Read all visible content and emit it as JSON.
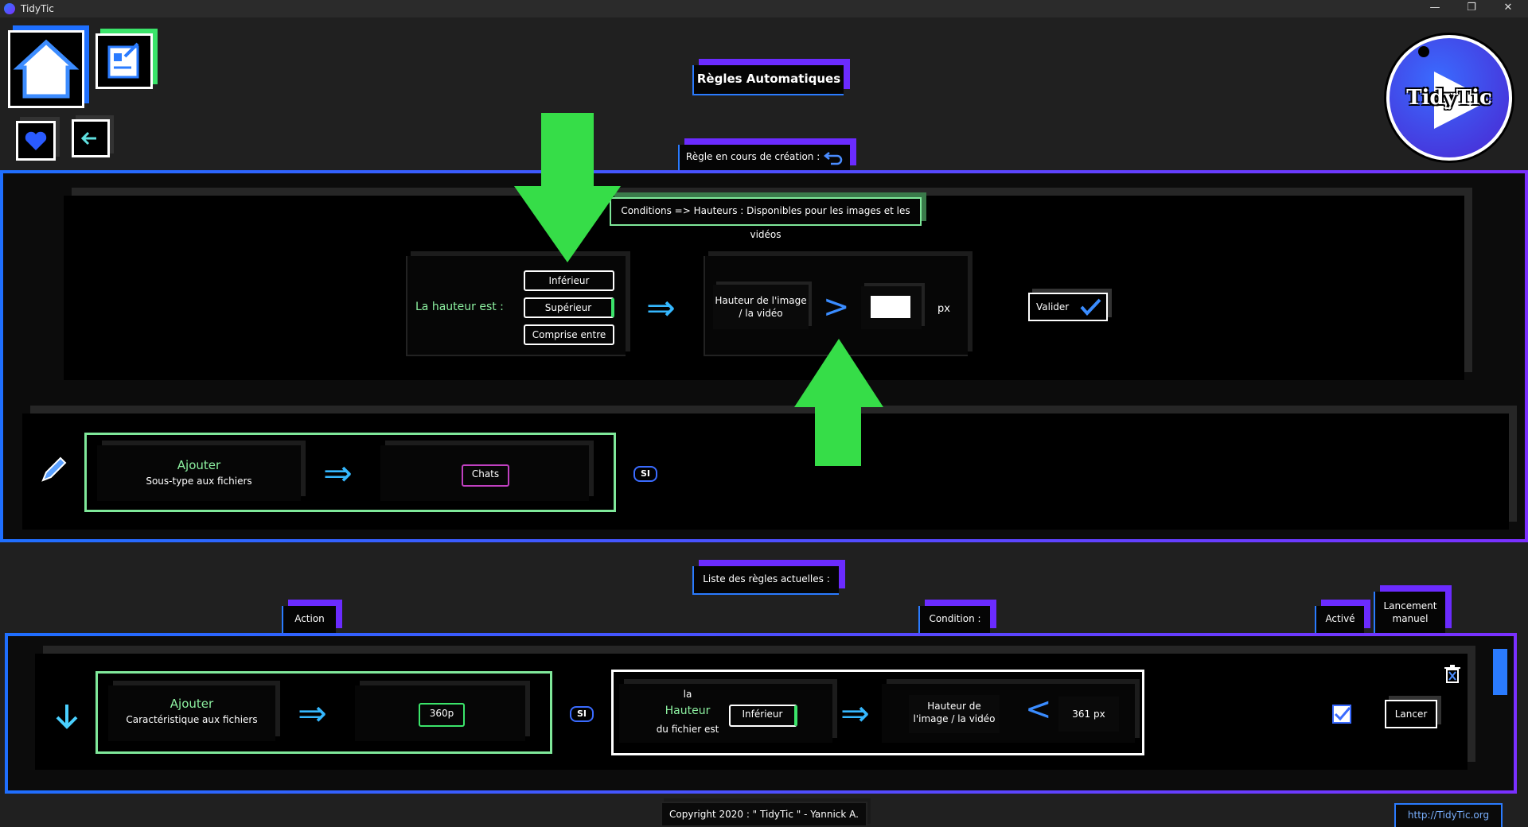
{
  "window": {
    "title": "TidyTic",
    "btn_min": "—",
    "btn_max": "❐",
    "btn_close": "✕"
  },
  "header": {
    "title": "Règles Automatiques",
    "logo_text": "TidyTic"
  },
  "creation": {
    "tab": "Règle en cours de création :",
    "conditions_label": "Conditions => Hauteurs : Disponibles pour les images et les vidéos",
    "height_label": "La hauteur est :",
    "options": [
      "Inférieur",
      "Supérieur",
      "Comprise entre"
    ],
    "target_label": "Hauteur de l'image / la vidéo",
    "comparator": ">",
    "value": "",
    "unit": "px",
    "validate": "Valider",
    "action_title": "Ajouter",
    "action_sub": "Sous-type aux fichiers",
    "tag": "Chats",
    "si": "SI"
  },
  "list": {
    "tab": "Liste des règles actuelles :",
    "col_action": "Action",
    "col_condition": "Condition :",
    "col_active": "Activé",
    "col_manual": "Lancement manuel",
    "row": {
      "action_title": "Ajouter",
      "action_sub": "Caractéristique aux fichiers",
      "tag": "360p",
      "si": "SI",
      "cond_la": "la",
      "cond_hauteur": "Hauteur",
      "cond_fichier": "du fichier est",
      "cond_op": "Inférieur",
      "cond_target": "Hauteur de l'image / la vidéo",
      "comparator": "<",
      "cond_value": "361 px",
      "launch": "Lancer"
    }
  },
  "footer": {
    "copyright": "Copyright 2020 : \" TidyTic \" - Yannick A.",
    "url": "http://TidyTic.org"
  }
}
